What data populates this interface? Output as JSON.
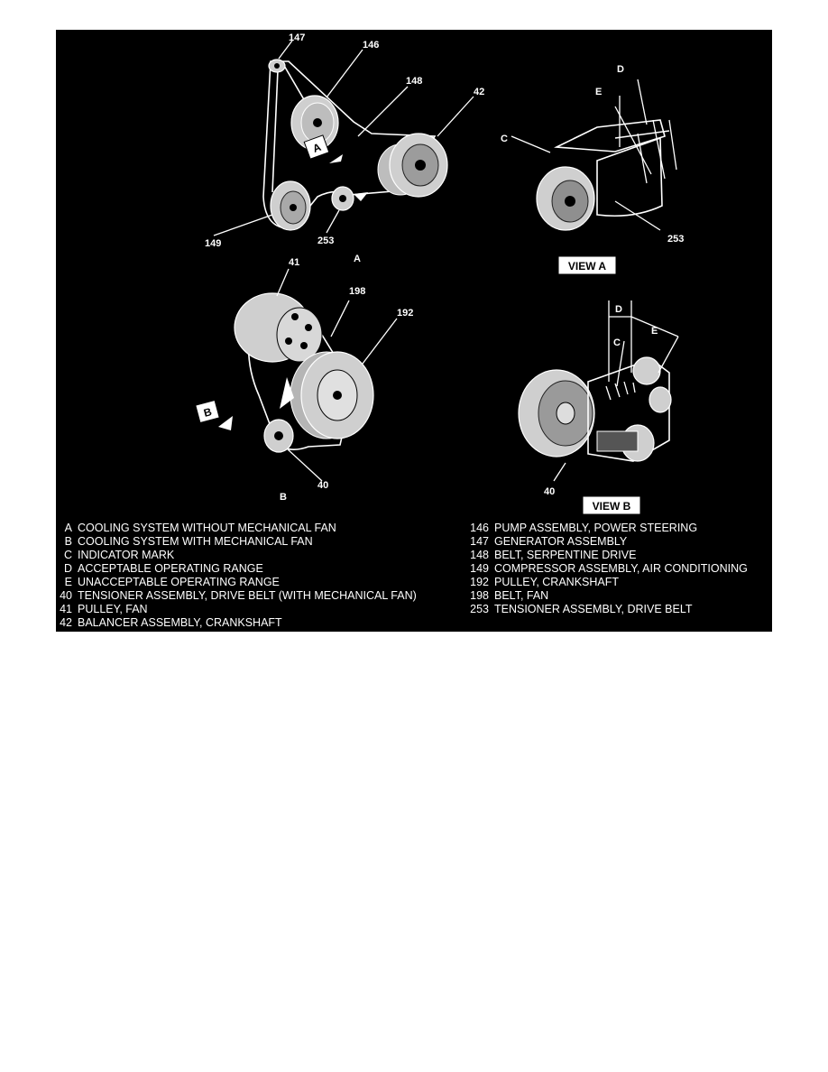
{
  "figure": {
    "callouts": {
      "c147": "147",
      "c146": "146",
      "c148": "148",
      "c42": "42",
      "c149": "149",
      "c253a": "253",
      "mark_a": "A",
      "mark_b": "B",
      "c41": "41",
      "c198": "198",
      "c192": "192",
      "c40a": "40",
      "va_d": "D",
      "va_e": "E",
      "va_c": "C",
      "va_253": "253",
      "vb_d": "D",
      "vb_c": "C",
      "vb_e": "E",
      "vb_40": "40"
    },
    "view_a_label": "VIEW A",
    "view_b_label": "VIEW B",
    "box_a": "A",
    "box_b": "B"
  },
  "legend_left": [
    {
      "key": "A",
      "text": "COOLING SYSTEM WITHOUT MECHANICAL FAN"
    },
    {
      "key": "B",
      "text": "COOLING SYSTEM WITH MECHANICAL FAN"
    },
    {
      "key": "C",
      "text": "INDICATOR MARK"
    },
    {
      "key": "D",
      "text": "ACCEPTABLE OPERATING RANGE"
    },
    {
      "key": "E",
      "text": "UNACCEPTABLE OPERATING RANGE"
    },
    {
      "key": "40",
      "text": "TENSIONER ASSEMBLY, DRIVE BELT (WITH MECHANICAL FAN)"
    },
    {
      "key": "41",
      "text": "PULLEY, FAN"
    },
    {
      "key": "42",
      "text": "BALANCER ASSEMBLY, CRANKSHAFT"
    }
  ],
  "legend_right": [
    {
      "key": "146",
      "text": "PUMP ASSEMBLY, POWER STEERING"
    },
    {
      "key": "147",
      "text": "GENERATOR ASSEMBLY"
    },
    {
      "key": "148",
      "text": "BELT, SERPENTINE DRIVE"
    },
    {
      "key": "149",
      "text": "COMPRESSOR ASSEMBLY, AIR CONDITIONING"
    },
    {
      "key": "192",
      "text": "PULLEY, CRANKSHAFT"
    },
    {
      "key": "198",
      "text": "BELT, FAN"
    },
    {
      "key": "253",
      "text": "TENSIONER ASSEMBLY, DRIVE BELT"
    }
  ]
}
